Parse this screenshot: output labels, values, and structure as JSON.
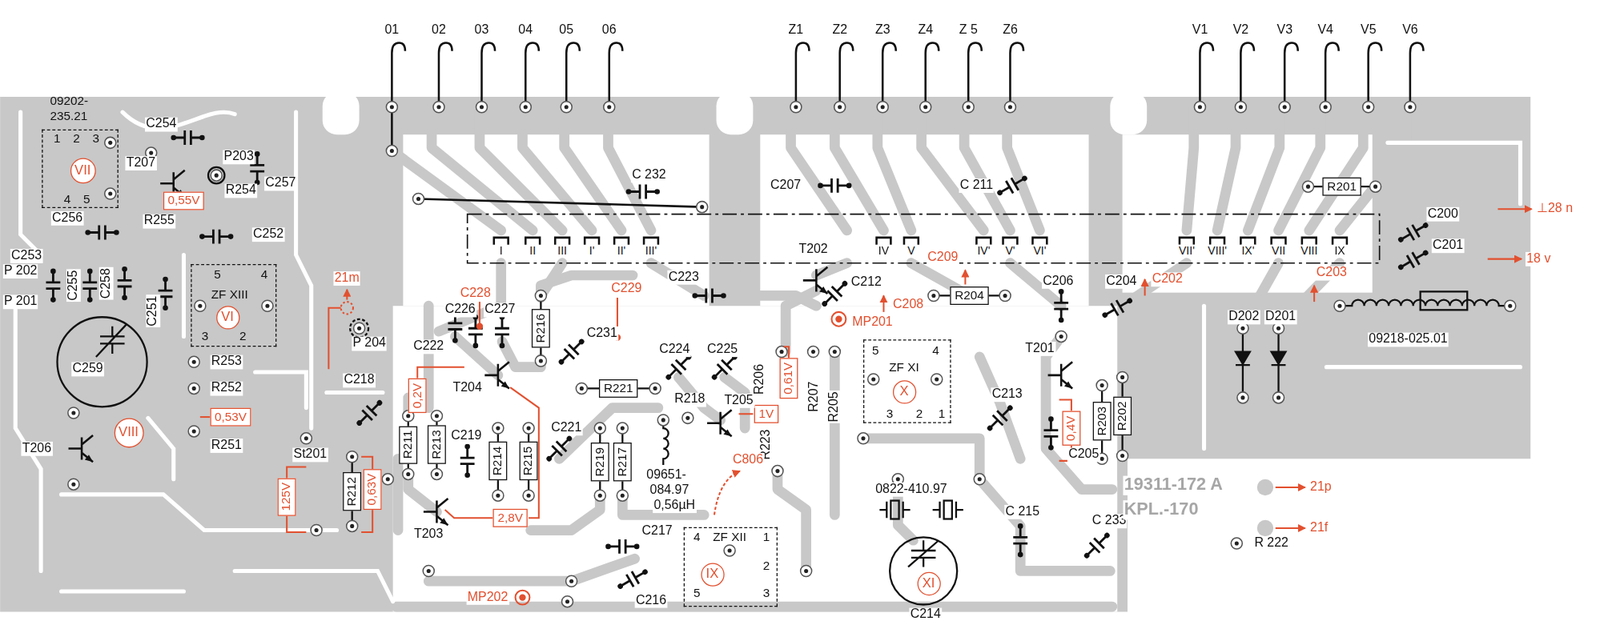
{
  "diagram": {
    "nodes": [
      {
        "text": [
          "09202- 235.21",
          "1",
          "2",
          "3",
          "4",
          "5"
        ]
      },
      {
        "text": [
          "VII"
        ],
        "in": 0
      },
      {
        "text": [
          "0,55V"
        ]
      },
      {
        "text": [
          "ZF XIII",
          "5",
          "4",
          "3",
          "2"
        ]
      },
      {
        "text": [
          "VI"
        ],
        "in": 3
      },
      {
        "text": [
          "R216"
        ]
      },
      {
        "text": [
          "R204"
        ]
      },
      {
        "text": [
          "R201"
        ]
      },
      {
        "text": [
          "VIII"
        ]
      },
      {
        "text": [
          "0,53V"
        ]
      },
      {
        "text": [
          "R221"
        ]
      },
      {
        "text": [
          "0,61V"
        ]
      },
      {
        "text": [
          "ZF XI",
          "5",
          "4",
          "3",
          "2",
          "1"
        ]
      },
      {
        "text": [
          "X"
        ],
        "in": 12
      },
      {
        "text": [
          "0,2V"
        ]
      },
      {
        "text": [
          "R211"
        ]
      },
      {
        "text": [
          "R213"
        ]
      },
      {
        "text": [
          "R214"
        ]
      },
      {
        "text": [
          "R215"
        ]
      },
      {
        "text": [
          "R219"
        ]
      },
      {
        "text": [
          "R217"
        ]
      },
      {
        "text": [
          "1V"
        ]
      },
      {
        "text": [
          "0,4V"
        ]
      },
      {
        "text": [
          "R203"
        ]
      },
      {
        "text": [
          "R202"
        ]
      },
      {
        "text": [
          "125V"
        ]
      },
      {
        "text": [
          "R212"
        ]
      },
      {
        "text": [
          "0,63V"
        ]
      },
      {
        "text": [
          "2,8V"
        ]
      },
      {
        "text": [
          "ZF XII",
          "4",
          "1",
          "2",
          "5",
          "3"
        ]
      },
      {
        "text": [
          "IX"
        ],
        "in": 29
      },
      {
        "text": [
          "XI"
        ]
      }
    ],
    "labels": [
      "01",
      "02",
      "03",
      "04",
      "05",
      "06",
      "Z1",
      "Z2",
      "Z3",
      "Z4",
      "Z 5",
      "Z6",
      "V1",
      "V2",
      "V3",
      "V4",
      "V5",
      "V6",
      "C254",
      "P203",
      "T207",
      "R254",
      "C257",
      "R255",
      "C256",
      "C252",
      "C253",
      "P 202",
      "P 201",
      "C255",
      "C258",
      "C251",
      "C259",
      "T206",
      "R253",
      "R252",
      "R251",
      "21m",
      "P 204",
      "C218",
      "St201",
      "T203",
      "C222",
      "C226",
      "C227",
      "C228",
      "C229",
      "C231",
      "T204",
      "C219",
      "C221",
      "C223",
      "C224",
      "C225",
      "R218",
      "T205",
      "R206",
      "R207",
      "R205",
      "R223",
      "C806",
      "09651-",
      "084.97",
      "0,56µH",
      "C217",
      "C216",
      "MP202",
      "C 232",
      "C207",
      "T202",
      "C212",
      "C208",
      "MP201",
      "C 211",
      "C209",
      "C206",
      "C204",
      "C202",
      "C203",
      "T201",
      "C213",
      "C205",
      "0822-410.97",
      "C 215",
      "C 233",
      "C214",
      "19311-172 A",
      "KPL.-170",
      "21p",
      "21f",
      "R 222",
      "C200",
      "C201",
      "⊥28 n",
      "18 v",
      "D202",
      "D201",
      "09218-025.01",
      "I",
      "II",
      "III",
      "I'",
      "II'",
      "III'",
      "IV",
      "V",
      "IV'",
      "V'",
      "VI'",
      "VII'",
      "VIII'",
      "IX'",
      "VII",
      "VIII",
      "IX"
    ]
  }
}
